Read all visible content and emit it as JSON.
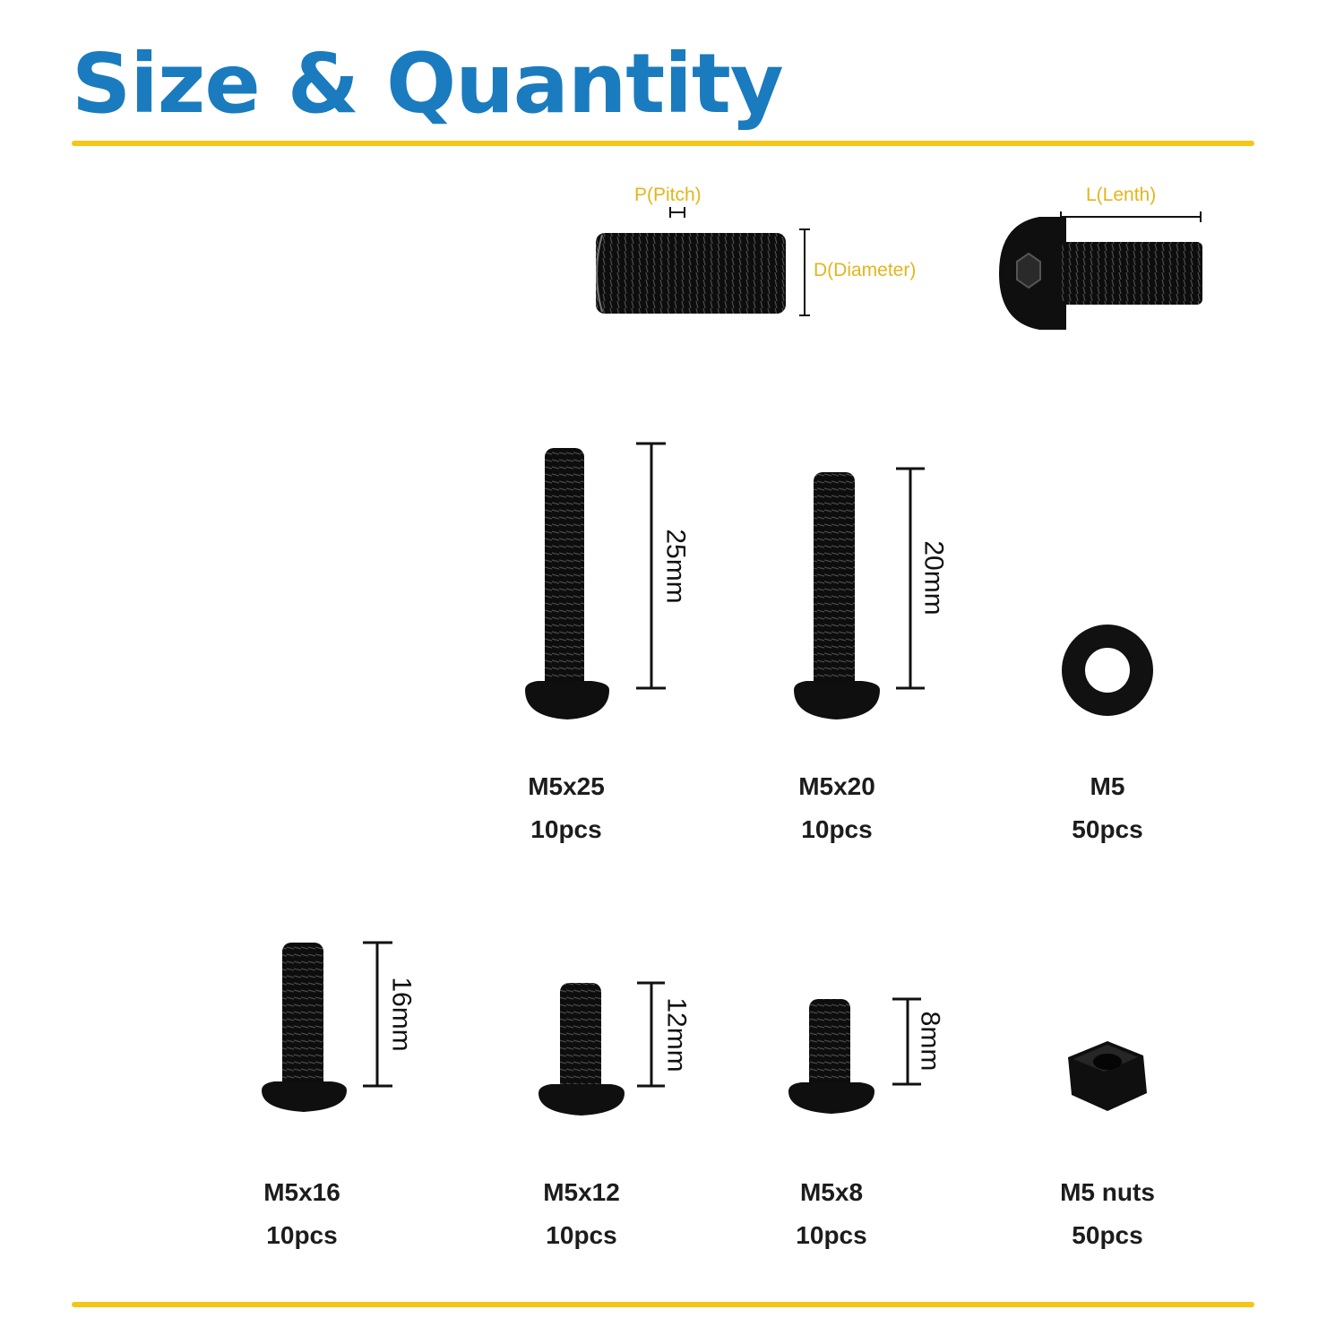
{
  "title": "Size & Quantity",
  "colors": {
    "title": "#1a7bbf",
    "rule": "#f5c518",
    "diagram_label": "#e3b51c",
    "hardware": "#111111"
  },
  "diagram": {
    "pitch": "P(Pitch)",
    "diameter": "D(Diameter)",
    "length": "L(Lenth)"
  },
  "items": [
    {
      "size": "M5x25",
      "qty": "10pcs",
      "dimension": "25mm"
    },
    {
      "size": "M5x20",
      "qty": "10pcs",
      "dimension": "20mm"
    },
    {
      "size": "M5",
      "qty": "50pcs"
    },
    {
      "size": "M5x16",
      "qty": "10pcs",
      "dimension": "16mm"
    },
    {
      "size": "M5x12",
      "qty": "10pcs",
      "dimension": "12mm"
    },
    {
      "size": "M5x8",
      "qty": "10pcs",
      "dimension": "8mm"
    },
    {
      "size": "M5 nuts",
      "qty": "50pcs"
    }
  ]
}
